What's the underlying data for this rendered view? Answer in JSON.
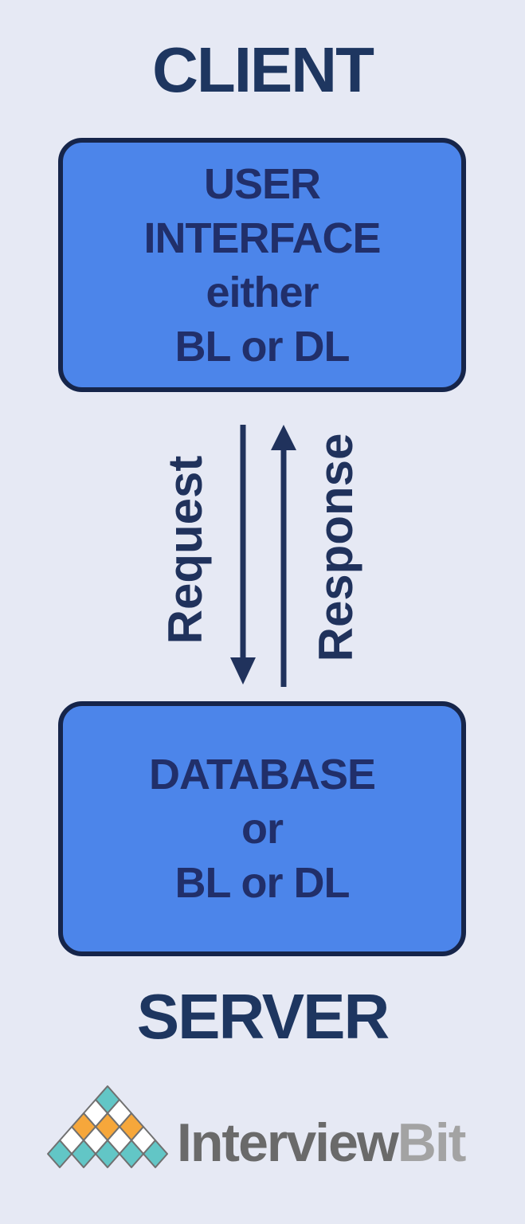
{
  "colors": {
    "page-bg": "#e6e9f4",
    "box-fill": "#4c85ea",
    "box-border": "#16254a",
    "heading-text": "#1e3660",
    "box-text": "#212f6a",
    "arrow": "#20325c",
    "logo-outline": "#707070",
    "logo-text-primary": "#6a6a6a",
    "logo-text-secondary": "#a3a3a3"
  },
  "diagram": {
    "client_heading": "CLIENT",
    "server_heading": "SERVER",
    "client_box_lines": [
      "USER",
      "INTERFACE",
      "either",
      "BL or DL"
    ],
    "server_box_lines": [
      "DATABASE",
      "or",
      "BL or DL"
    ],
    "request_arrow_label": "Request",
    "response_arrow_label": "Response"
  },
  "logo": {
    "wordmark_primary": "Interview",
    "wordmark_secondary": "Bit",
    "diamond_colors": {
      "teal": "#62c6c6",
      "orange": "#f6a73b",
      "white": "#ffffff"
    },
    "pyramid_rows": [
      [
        "teal"
      ],
      [
        "white",
        "white"
      ],
      [
        "orange",
        "orange",
        "orange"
      ],
      [
        "white",
        "white",
        "white",
        "white"
      ],
      [
        "teal",
        "teal",
        "teal",
        "teal",
        "teal"
      ]
    ]
  }
}
